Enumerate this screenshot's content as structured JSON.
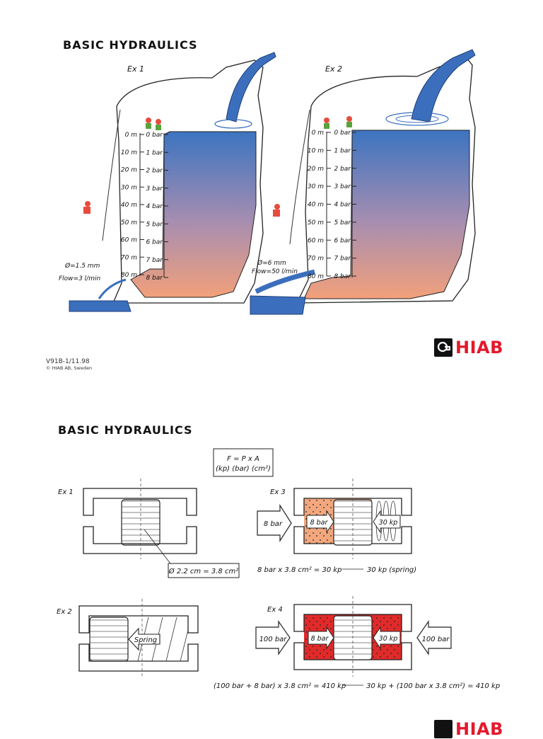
{
  "page1": {
    "title": "BASIC HYDRAULICS",
    "ex1": {
      "label": "Ex 1",
      "depths": [
        "0 m",
        "10 m",
        "20 m",
        "30 m",
        "40 m",
        "50 m",
        "60 m",
        "70 m",
        "80 m"
      ],
      "pressures": [
        "0 bar",
        "1 bar",
        "2 bar",
        "3 bar",
        "4 bar",
        "5 bar",
        "6 bar",
        "7 bar",
        "8 bar"
      ],
      "diameter": "Ø=1.5 mm",
      "flow": "Flow=3 l/min"
    },
    "ex2": {
      "label": "Ex 2",
      "depths": [
        "0 m",
        "10 m",
        "20 m",
        "30 m",
        "40 m",
        "50 m",
        "60 m",
        "70 m",
        "80 m"
      ],
      "pressures": [
        "0 bar",
        "1 bar",
        "2 bar",
        "3 bar",
        "4 bar",
        "5 bar",
        "6 bar",
        "7 bar",
        "8 bar"
      ],
      "diameter": "Ø=6 mm",
      "flow": "Flow=50 l/min"
    },
    "footer_code": "V91B-1/11.98",
    "footer_copyright": "© HIAB AB, Sweden",
    "logo_text": "HIAB"
  },
  "page2": {
    "title": "BASIC HYDRAULICS",
    "formula": {
      "line1": "F = P x A",
      "line2": "(kp) (bar) (cm²)"
    },
    "ex1": {
      "label": "Ex 1",
      "area_note": "Ø 2.2 cm = 3.8 cm²"
    },
    "ex2": {
      "label": "Ex 2",
      "spring_label": "Spring"
    },
    "ex3": {
      "label": "Ex 3",
      "input_pressure": "8 bar",
      "piston_pressure": "8 bar",
      "spring_force": "30 kp",
      "equation_left": "8 bar x 3.8 cm² = 30 kp",
      "equation_right": "30 kp (spring)"
    },
    "ex4": {
      "label": "Ex 4",
      "left_pressure": "100 bar",
      "piston_pressure": "8 bar",
      "spring_force": "30 kp",
      "right_pressure": "100 bar",
      "equation_left": "(100 bar + 8 bar) x 3.8 cm² = 410 kp",
      "equation_right": "30 kp + (100 bar x 3.8 cm²) = 410 kp"
    },
    "logo_text": "HIAB"
  },
  "colors": {
    "water_top": "#3f78c0",
    "water_bottom": "#f0a07a",
    "oil_light": "#f2a77d",
    "oil_red": "#e02a2a",
    "logo_red": "#e4182b"
  }
}
